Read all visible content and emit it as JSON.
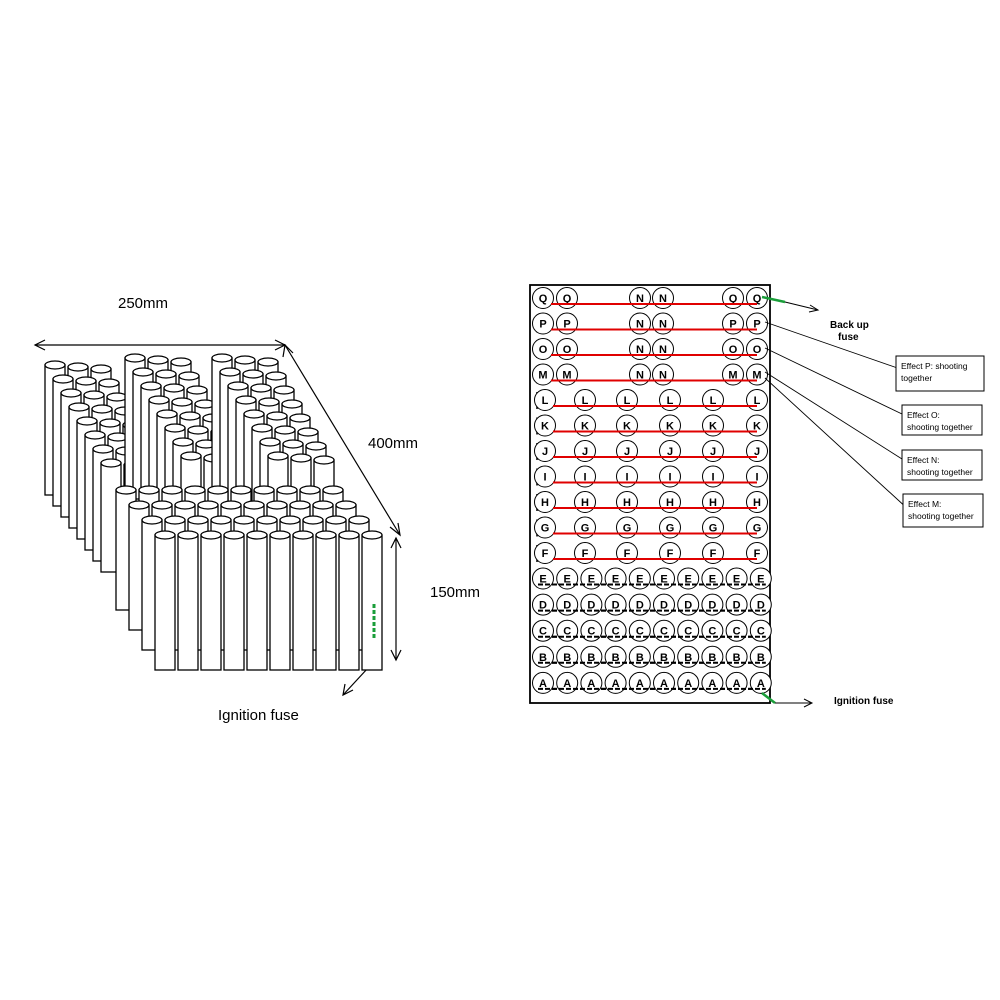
{
  "left_figure": {
    "width_label": "250mm",
    "depth_label": "400mm",
    "height_label": "150mm",
    "fuse_label": "Ignition fuse"
  },
  "right_figure": {
    "backup_fuse_label": "Back up\nfuse",
    "ignition_fuse_label": "Ignition fuse",
    "rows": [
      {
        "label": "Q",
        "count": 6,
        "style": "red",
        "cols": "sparse"
      },
      {
        "label": "P",
        "count": 6,
        "style": "red",
        "cols": "sparse"
      },
      {
        "label": "O",
        "count": 6,
        "style": "red",
        "cols": "sparse"
      },
      {
        "label": "M",
        "count": 6,
        "style": "red",
        "cols": "sparse"
      },
      {
        "label": "L",
        "count": 6,
        "style": "red",
        "cols": "spread"
      },
      {
        "label": "K",
        "count": 6,
        "style": "red",
        "cols": "spread"
      },
      {
        "label": "J",
        "count": 6,
        "style": "red",
        "cols": "spread"
      },
      {
        "label": "I",
        "count": 6,
        "style": "red",
        "cols": "spread"
      },
      {
        "label": "H",
        "count": 6,
        "style": "red",
        "cols": "spread"
      },
      {
        "label": "G",
        "count": 6,
        "style": "red",
        "cols": "spread"
      },
      {
        "label": "F",
        "count": 6,
        "style": "red",
        "cols": "spread"
      },
      {
        "label": "E",
        "count": 10,
        "style": "black",
        "cols": "full"
      },
      {
        "label": "D",
        "count": 10,
        "style": "black",
        "cols": "full"
      },
      {
        "label": "C",
        "count": 10,
        "style": "black",
        "cols": "full"
      },
      {
        "label": "B",
        "count": 10,
        "style": "black",
        "cols": "full"
      },
      {
        "label": "A",
        "count": 10,
        "style": "black",
        "cols": "full"
      }
    ],
    "notes": [
      {
        "id": "P",
        "line1": "Effect P:  shooting",
        "line2": "together"
      },
      {
        "id": "O",
        "line1": "Effect O:",
        "line2": "shooting together"
      },
      {
        "id": "N",
        "line1": "Effect N:",
        "line2": "shooting together"
      },
      {
        "id": "M",
        "line1": "Effect M:",
        "line2": "shooting together"
      }
    ]
  },
  "colors": {
    "red_fuse": "#e00000",
    "green_fuse": "#1a9e3a",
    "ink": "#000000"
  }
}
